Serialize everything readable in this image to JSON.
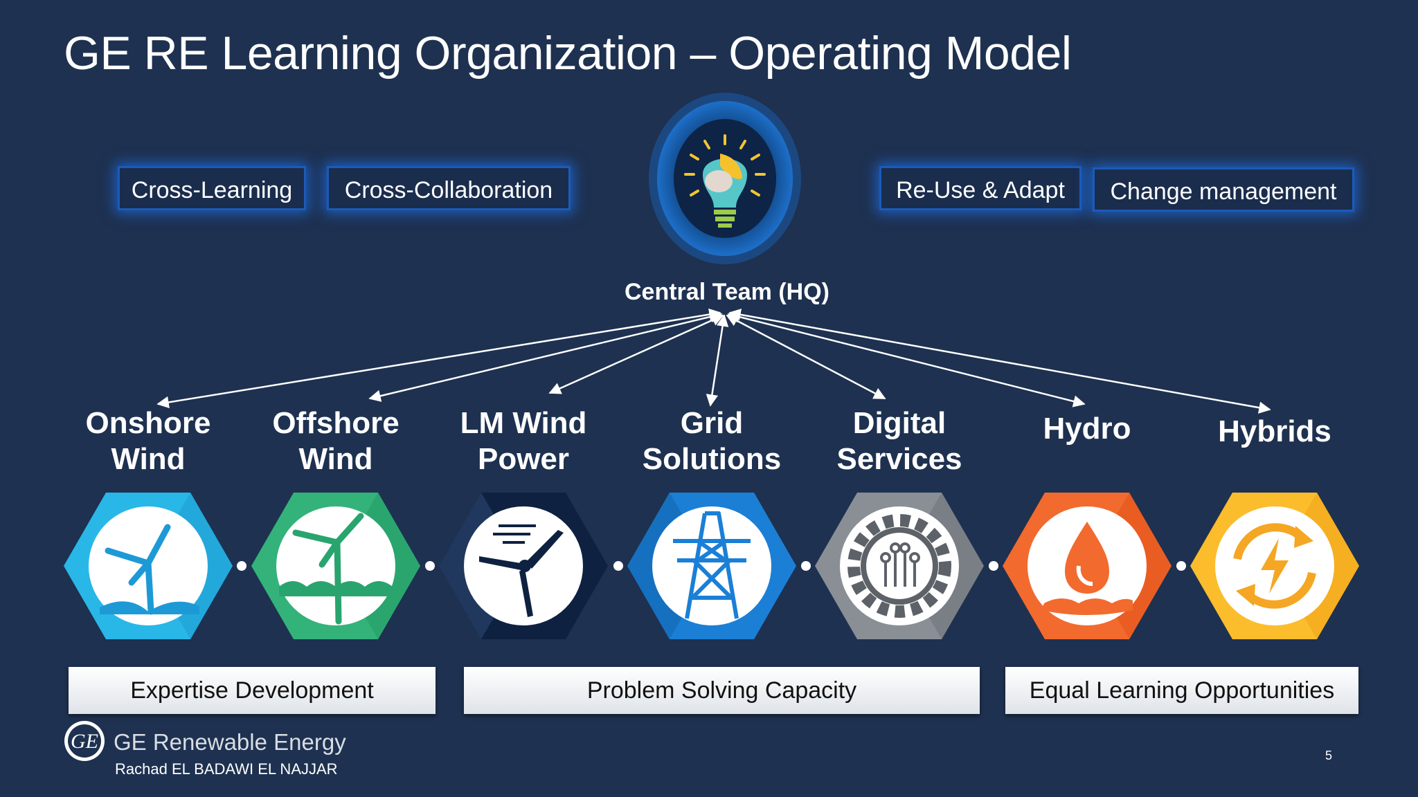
{
  "title": "GE RE Learning Organization – Operating Model",
  "tags_left": [
    "Cross-Learning",
    "Cross-Collaboration"
  ],
  "tags_right": [
    "Re-Use & Adapt",
    "Change management"
  ],
  "hub": {
    "label": "Central Team (HQ)",
    "icon": "brain-lightbulb-icon"
  },
  "business_units": [
    {
      "line1": "Onshore",
      "line2": "Wind",
      "icon": "onshore-wind-turbine-icon",
      "color": "#29b7e8"
    },
    {
      "line1": "Offshore",
      "line2": "Wind",
      "icon": "offshore-wind-turbine-icon",
      "color": "#33b27a"
    },
    {
      "line1": "LM Wind",
      "line2": "Power",
      "icon": "turbine-blade-icon",
      "color": "#0e2140"
    },
    {
      "line1": "Grid",
      "line2": "Solutions",
      "icon": "transmission-tower-icon",
      "color": "#1b7fd6"
    },
    {
      "line1": "Digital",
      "line2": "Services",
      "icon": "gear-circuit-icon",
      "color": "#8a8f96"
    },
    {
      "line1": "Hydro",
      "line2": "",
      "icon": "water-drop-icon",
      "color": "#f26a2e"
    },
    {
      "line1": "Hybrids",
      "line2": "",
      "icon": "energy-cycle-icon",
      "color": "#fbbd2c"
    }
  ],
  "bottom_boxes": [
    "Expertise Development",
    "Problem Solving Capacity",
    "Equal Learning Opportunities"
  ],
  "footer": {
    "brand": "GE Renewable Energy",
    "author": "Rachad EL BADAWI EL NAJJAR",
    "logo": "ge-logo-icon"
  },
  "page_number": "5"
}
